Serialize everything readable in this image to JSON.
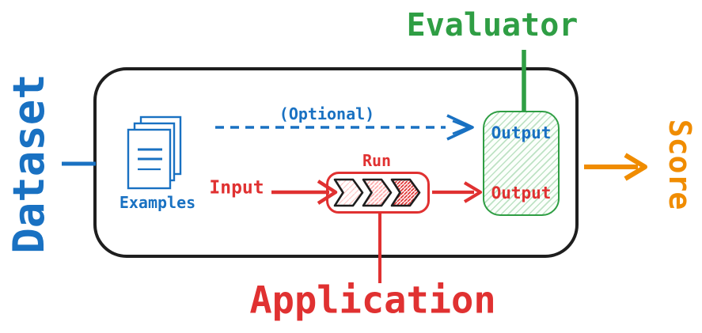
{
  "diagram": {
    "dataset_label": "Dataset",
    "evaluator_label": "Evaluator",
    "score_label": "Score",
    "application_label": "Application",
    "examples_label": "Examples",
    "optional_label": "(Optional)",
    "input_label": "Input",
    "run_label": "Run",
    "evaluator_output_label": "Output",
    "application_output_label": "Output",
    "colors": {
      "dataset_blue": "#1971c2",
      "evaluator_green": "#2f9e44",
      "application_red": "#e03131",
      "score_orange": "#f08c00",
      "container_black": "#1e1e1e"
    }
  }
}
